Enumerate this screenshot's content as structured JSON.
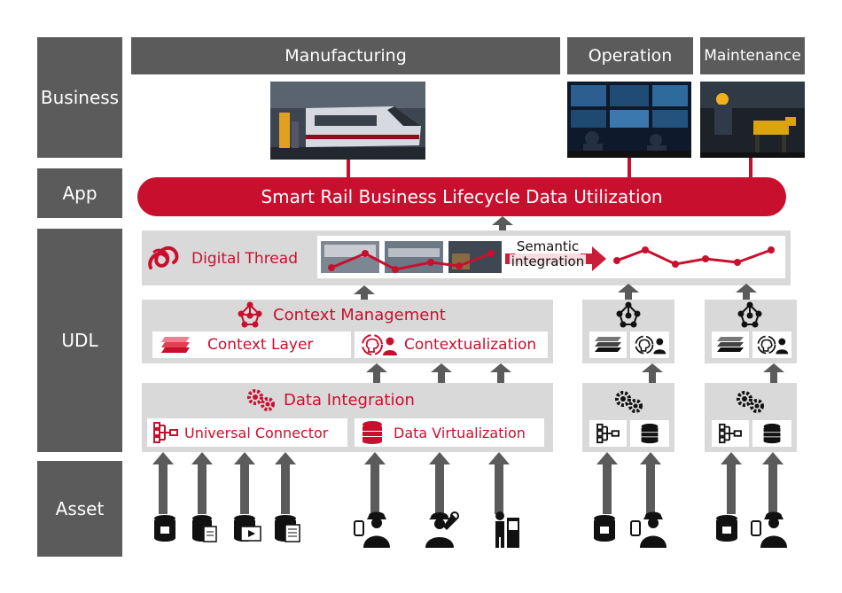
{
  "layers": {
    "business": "Business",
    "app": "App",
    "udl": "UDL",
    "asset": "Asset"
  },
  "business": {
    "manufacturing": "Manufacturing",
    "operation": "Operation",
    "maintenance": "Maintenance"
  },
  "app": {
    "banner": "Smart Rail Business Lifecycle Data Utilization"
  },
  "digital_thread": {
    "label": "Digital Thread",
    "semantic_line1": "Semantic",
    "semantic_line2": "integration"
  },
  "context_management": {
    "title": "Context Management",
    "context_layer": "Context Layer",
    "contextualization": "Contextualization"
  },
  "data_integration": {
    "title": "Data Integration",
    "universal_connector": "Universal Connector",
    "data_virtualization": "Data Virtualization"
  },
  "colors": {
    "accent_red": "#c8102e",
    "layer_gray": "#5b5b5b",
    "panel_gray": "#d9d9d9",
    "arrow_gray": "#5b5b5b"
  }
}
